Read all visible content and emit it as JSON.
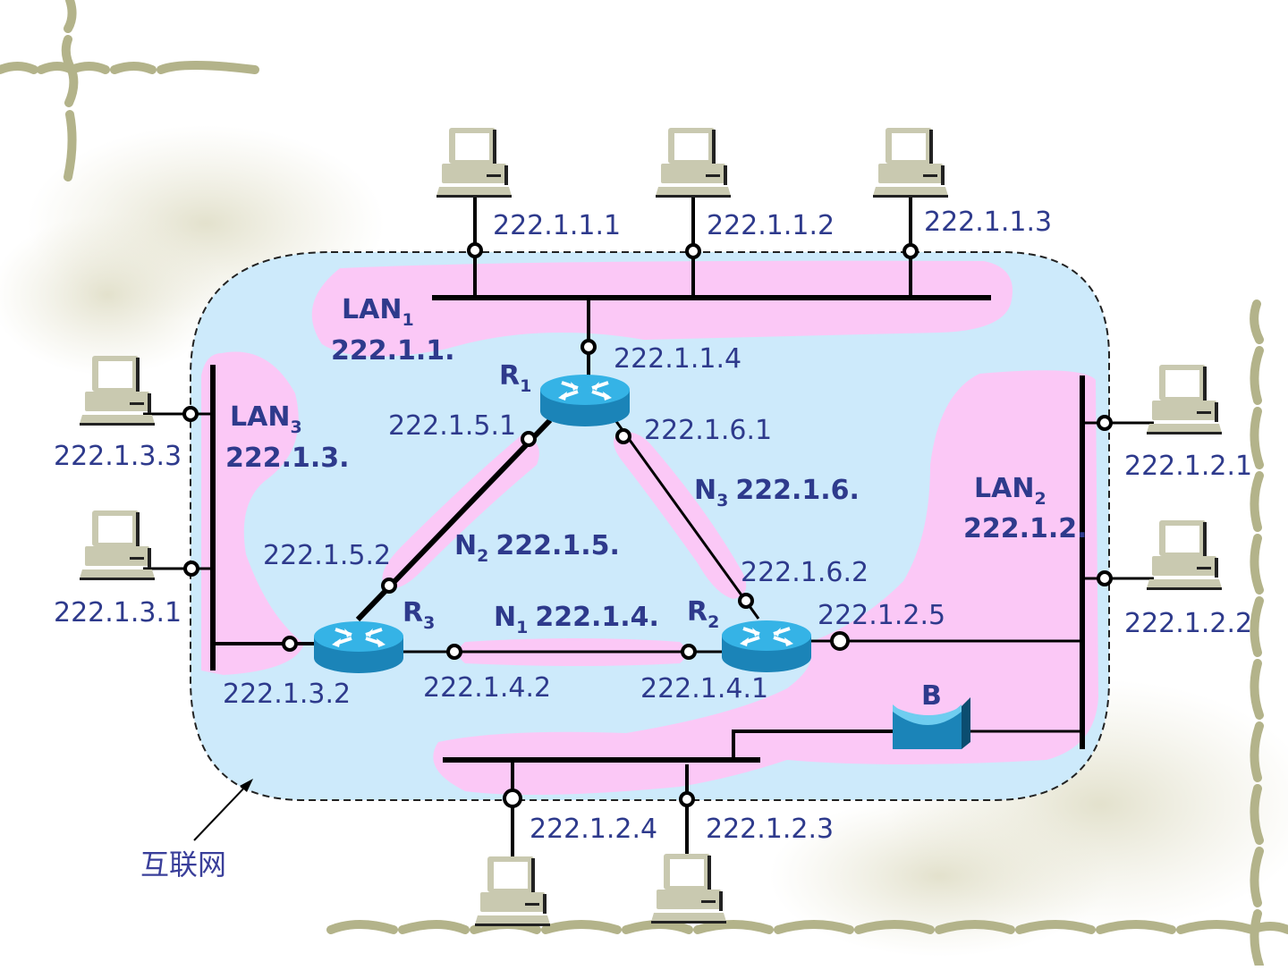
{
  "colors": {
    "internet_fill": "#cdeafb",
    "network_highlight": "#fbc8f6",
    "text": "#2e3a8c",
    "line": "#000000",
    "router_top": "#35b3e6",
    "router_side": "#1b84b8",
    "host_body": "#c9c9b0",
    "decor": "#b3b38a"
  },
  "internet_label": "互联网",
  "networks": {
    "lan1": {
      "name": "LAN",
      "sub": "1",
      "prefix": "222.1.1."
    },
    "lan2": {
      "name": "LAN",
      "sub": "2",
      "prefix": "222.1.2."
    },
    "lan3": {
      "name": "LAN",
      "sub": "3",
      "prefix": "222.1.3."
    },
    "n1": {
      "name": "N",
      "sub": "1",
      "prefix": "222.1.4."
    },
    "n2": {
      "name": "N",
      "sub": "2",
      "prefix": "222.1.5."
    },
    "n3": {
      "name": "N",
      "sub": "3",
      "prefix": "222.1.6."
    }
  },
  "routers": {
    "r1": {
      "name": "R",
      "sub": "1",
      "ips": [
        "222.1.1.4",
        "222.1.5.1",
        "222.1.6.1"
      ]
    },
    "r2": {
      "name": "R",
      "sub": "2",
      "ips": [
        "222.1.6.2",
        "222.1.4.1",
        "222.1.2.5"
      ]
    },
    "r3": {
      "name": "R",
      "sub": "3",
      "ips": [
        "222.1.5.2",
        "222.1.4.2",
        "222.1.3.2"
      ]
    }
  },
  "bridge": {
    "label": "B"
  },
  "hosts": {
    "lan1": [
      "222.1.1.1",
      "222.1.1.2",
      "222.1.1.3"
    ],
    "lan2": [
      "222.1.2.1",
      "222.1.2.2",
      "222.1.2.3",
      "222.1.2.4"
    ],
    "lan3": [
      "222.1.3.3",
      "222.1.3.1"
    ]
  }
}
